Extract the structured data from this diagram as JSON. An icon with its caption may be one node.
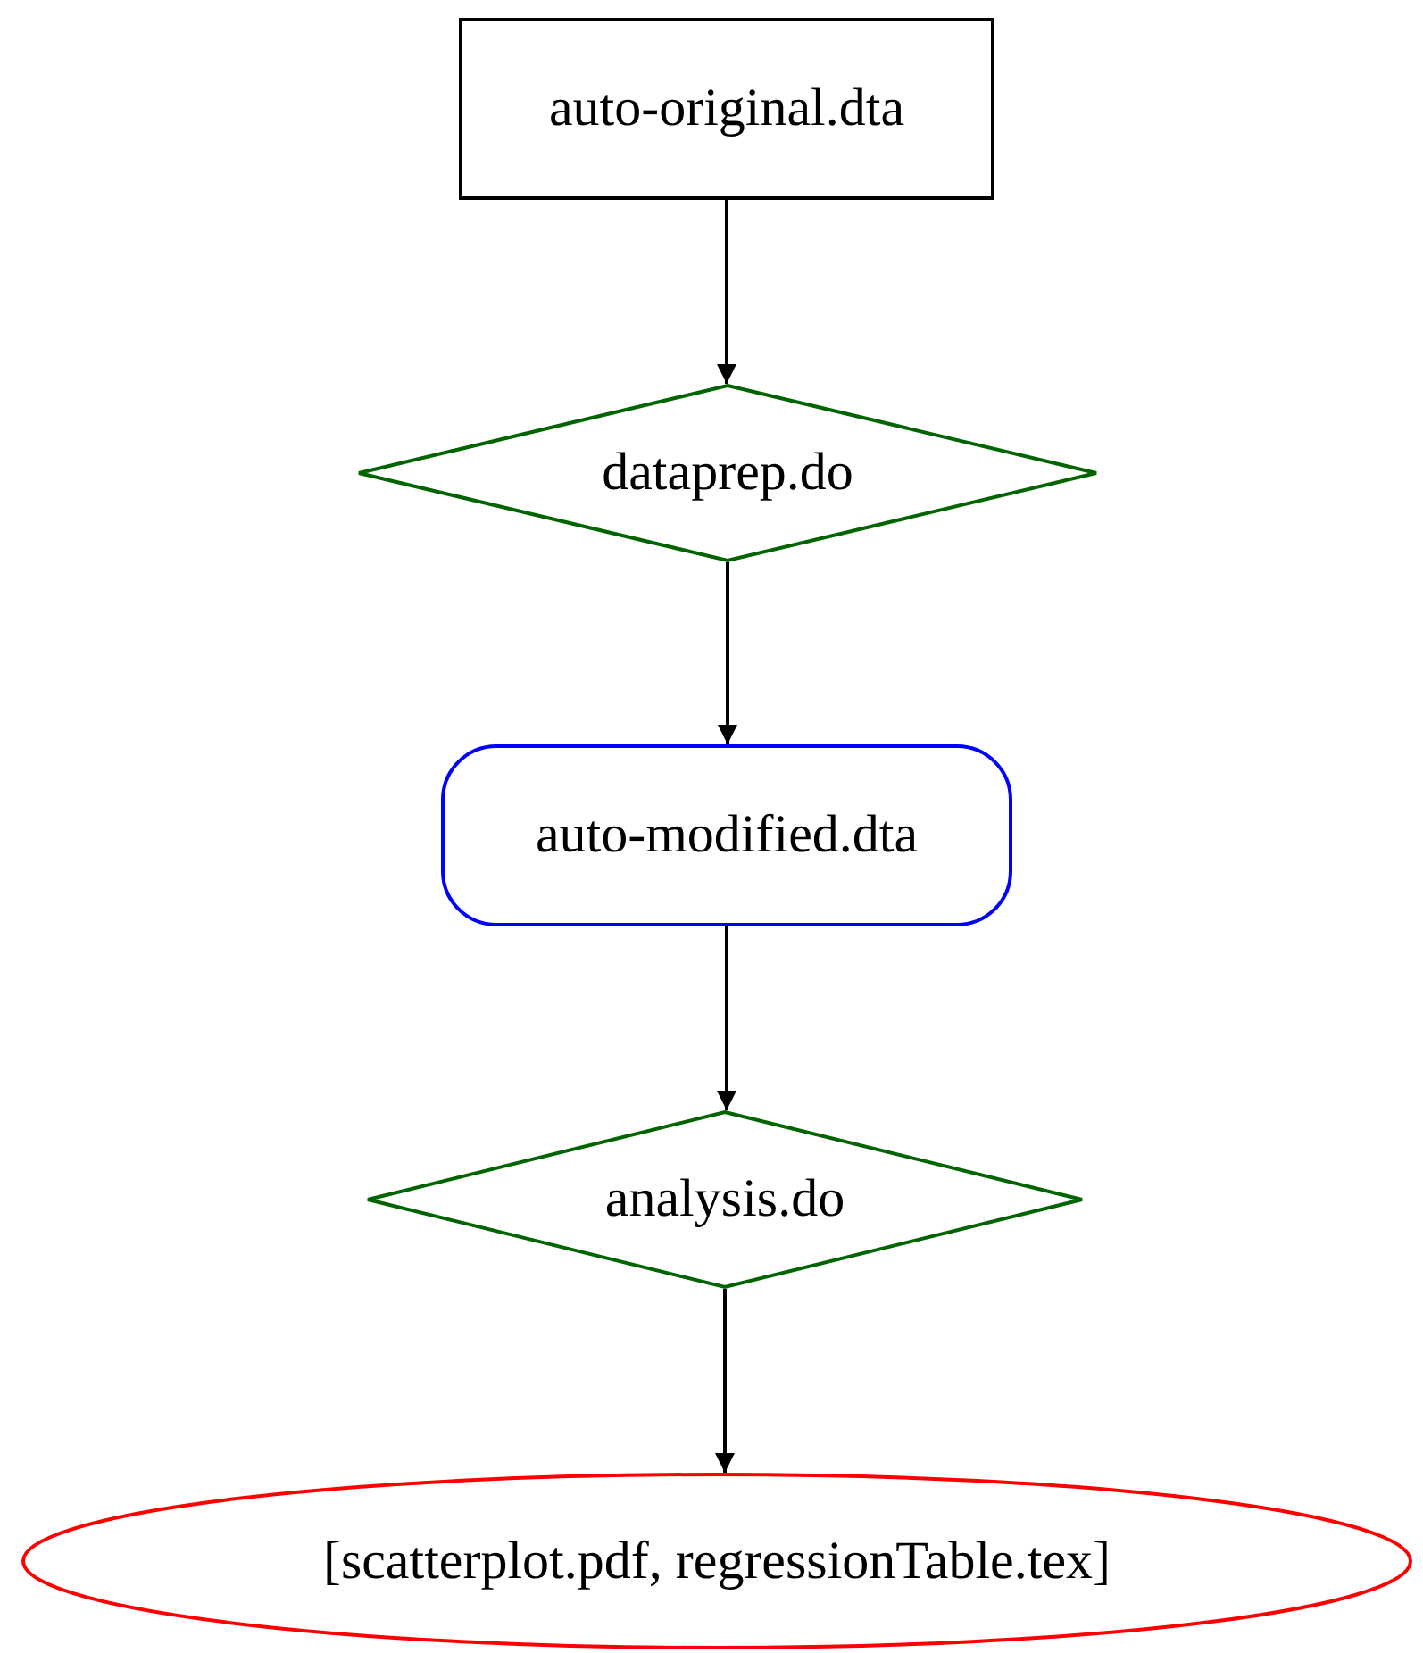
{
  "diagram": {
    "nodes": [
      {
        "text": [
          "auto-original.dta"
        ]
      },
      {
        "text": [
          "dataprep.do"
        ]
      },
      {
        "text": [
          "auto-modified.dta"
        ]
      },
      {
        "text": [
          "analysis.do"
        ]
      },
      {
        "text": [
          "[scatterplot.pdf, regressionTable.tex]"
        ]
      }
    ],
    "edges": [
      {
        "from": 0,
        "to": 1,
        "arrow": "to"
      },
      {
        "from": 1,
        "to": 2,
        "arrow": "to"
      },
      {
        "from": 2,
        "to": 3,
        "arrow": "to"
      },
      {
        "from": 3,
        "to": 4,
        "arrow": "to"
      }
    ]
  }
}
